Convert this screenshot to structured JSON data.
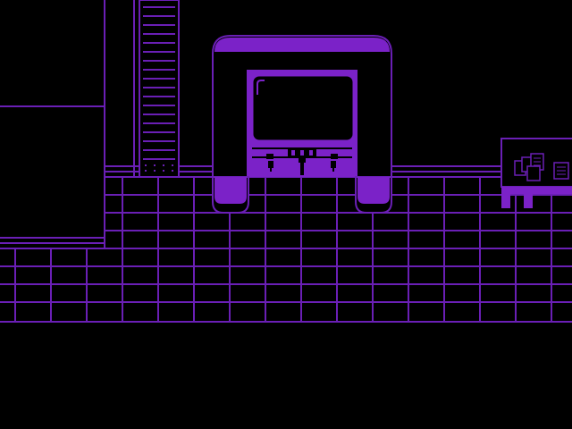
{
  "scene": {
    "type": "game-room",
    "palette": {
      "background": "#000000",
      "line": "#6a1fb5",
      "fill": "#7b22c8",
      "fill_dark": "#5a1696"
    },
    "objects": {
      "left_wall": {
        "icon": "dark-wall"
      },
      "conveyor": {
        "icon": "conveyor-belt"
      },
      "machine": {
        "icon": "tv-machine",
        "parts": [
          "screen",
          "control-panel",
          "left-foot",
          "right-foot"
        ]
      },
      "side_table": {
        "icon": "table-with-papers"
      },
      "floor": {
        "icon": "grid-floor"
      }
    }
  }
}
